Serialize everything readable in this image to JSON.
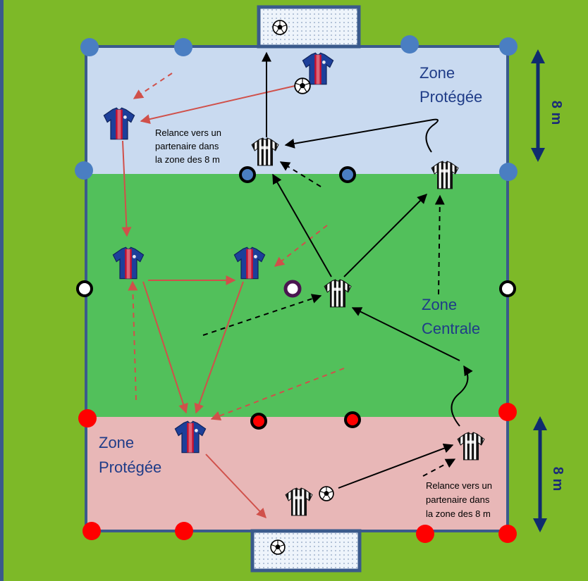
{
  "colors": {
    "grass": "#7db928",
    "zone_top": "#c9daf0",
    "zone_middle": "#52c05b",
    "zone_bottom": "#e8b7b7",
    "border": "#3a5a8c",
    "red_arrow": "#d0504a",
    "black_arrow": "#000000",
    "dimension_arrow": "#0f2c6e",
    "cone_blue": "#4a7ec2",
    "cone_red": "#ff0000"
  },
  "zones": {
    "top_label_line1": "Zone",
    "top_label_line2": "Protégée",
    "center_label_line1": "Zone",
    "center_label_line2": "Centrale",
    "bottom_label_line1": "Zone",
    "bottom_label_line2": "Protégée"
  },
  "notes": {
    "top_line1": "Relance vers un",
    "top_line2": "partenaire dans",
    "top_line3": "la zone des 8 m",
    "bottom_line1": "Relance vers un",
    "bottom_line2": "partenaire dans",
    "bottom_line3": "la zone des 8 m"
  },
  "dimensions": {
    "top": "8 m",
    "bottom": "8 m"
  },
  "icons": {
    "blue_team": "blue-red-jersey-icon",
    "white_team": "black-white-striped-jersey-icon",
    "ball": "soccer-ball-icon",
    "goal": "goal-icon",
    "cone": "cone-marker-icon"
  }
}
